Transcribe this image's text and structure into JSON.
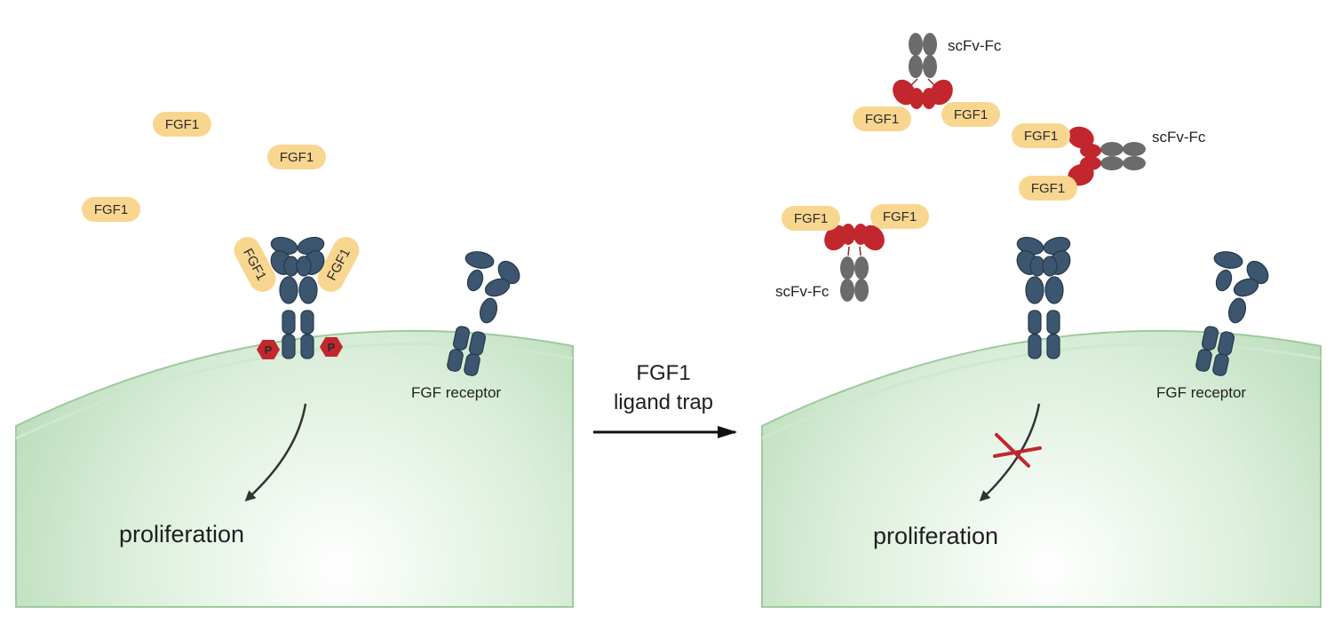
{
  "colors": {
    "cell_fill_center": "#ffffff",
    "cell_fill_edge": "#b7dbb7",
    "membrane_outer": "#9ccb9c",
    "membrane_line": "#cfe7cf",
    "fgf1_fill": "#f9d690",
    "receptor_fill": "#3c566f",
    "receptor_stroke": "#26394c",
    "phospho_fill": "#c1272d",
    "scfv_red": "#c1272d",
    "scfv_grey": "#6b6b6b",
    "block_cross": "#c1272d"
  },
  "left_panel": {
    "free_ligand_labels": [
      "FGF1",
      "FGF1",
      "FGF1"
    ],
    "bound_ligand_labels": [
      "FGF1",
      "FGF1"
    ],
    "phospho_labels": [
      "P",
      "P"
    ],
    "receptor_label": "FGF receptor",
    "outcome_label": "proliferation"
  },
  "transition": {
    "line1": "FGF1",
    "line2": "ligand trap"
  },
  "right_panel": {
    "traps": [
      {
        "label": "scFv-Fc",
        "ligands": [
          "FGF1",
          "FGF1"
        ]
      },
      {
        "label": "scFv-Fc",
        "ligands": [
          "FGF1",
          "FGF1"
        ]
      },
      {
        "label": "scFv-Fc",
        "ligands": [
          "FGF1",
          "FGF1"
        ]
      }
    ],
    "receptor_label": "FGF receptor",
    "outcome_label": "proliferation"
  }
}
